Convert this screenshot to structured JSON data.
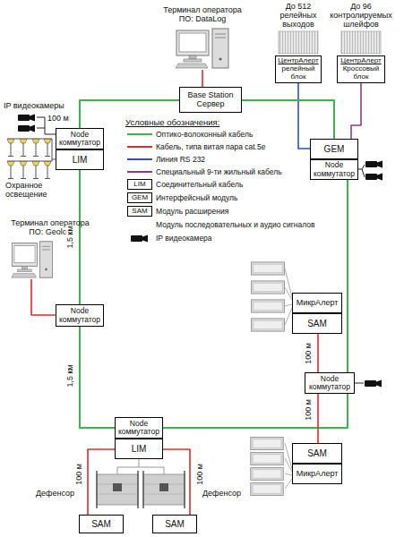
{
  "diagram": {
    "nodes": [
      {
        "text": [
          "Терминал оператора ПО: DataLog"
        ]
      },
      {
        "text": [
          "До 512 релейных выходов",
          "ЦентрАлерт",
          "релейный блок"
        ]
      },
      {
        "text": [
          "До 96 контролируемых шлейфов",
          "ЦентрАлерт",
          "Кроссовый блок"
        ]
      },
      {
        "text": [
          "Base Station Сервер"
        ]
      },
      {
        "text": [
          "Node коммутатор"
        ]
      },
      {
        "text": [
          "LIM"
        ]
      },
      {
        "text": [
          "GEM"
        ]
      },
      {
        "text": [
          "Node коммутатор"
        ]
      },
      {
        "text": [
          "Терминал оператора ПО: Geolog"
        ]
      },
      {
        "text": [
          "Node коммутатор"
        ]
      },
      {
        "text": [
          "МикрАлерт"
        ]
      },
      {
        "text": [
          "SAM"
        ]
      },
      {
        "text": [
          "Node коммутатор"
        ]
      },
      {
        "text": [
          "SAM"
        ]
      },
      {
        "text": [
          "МикрАлерт"
        ]
      },
      {
        "text": [
          "Node коммутатор"
        ]
      },
      {
        "text": [
          "LIM"
        ]
      },
      {
        "text": [
          "SAM"
        ]
      },
      {
        "text": [
          "SAM"
        ]
      }
    ],
    "edges": [
      {
        "from": 0,
        "to": 3,
        "arrow": "none"
      },
      {
        "from": 1,
        "to": 6,
        "arrow": "none"
      },
      {
        "from": 2,
        "to": 6,
        "arrow": "none"
      },
      {
        "from": 4,
        "to": 3,
        "arrow": "none"
      },
      {
        "from": 3,
        "to": 6,
        "arrow": "none"
      },
      {
        "from": 5,
        "to": 9,
        "label": "1,5 км",
        "arrow": "none"
      },
      {
        "from": 9,
        "to": 15,
        "label": "1,5 км",
        "arrow": "none"
      },
      {
        "from": 7,
        "to": 12,
        "arrow": "none"
      },
      {
        "from": 12,
        "to": 15,
        "arrow": "none"
      },
      {
        "from": 8,
        "to": 9,
        "arrow": "none"
      },
      {
        "from": 11,
        "to": 12,
        "label": "100 м",
        "arrow": "none"
      },
      {
        "from": 12,
        "to": 13,
        "label": "100 м",
        "arrow": "none"
      },
      {
        "from": 16,
        "to": 17,
        "label": "100 м",
        "arrow": "none"
      },
      {
        "from": 16,
        "to": 18,
        "label": "100 м",
        "arrow": "none"
      }
    ],
    "labels": [
      "IP видеокамеры",
      "100 м",
      "Охранное освещение",
      "Условные обозначения:",
      "LIM",
      "GEM",
      "SAM",
      "Дефенсор",
      "Дефенсор"
    ],
    "legend": [
      {
        "text": "Оптико-волоконный кабель"
      },
      {
        "text": "Кабель, типа витая пара cat.5e"
      },
      {
        "text": "Линия RS 232"
      },
      {
        "text": "Специальный 9-ти жильный кабель"
      },
      {
        "text": "Соединительный кабель"
      },
      {
        "text": "Интерфейсный модуль"
      },
      {
        "text": "Модуль расширения"
      },
      {
        "text": "Модуль последовательных и аудио сигналов"
      },
      {
        "text": "IP видеокамера"
      }
    ]
  }
}
